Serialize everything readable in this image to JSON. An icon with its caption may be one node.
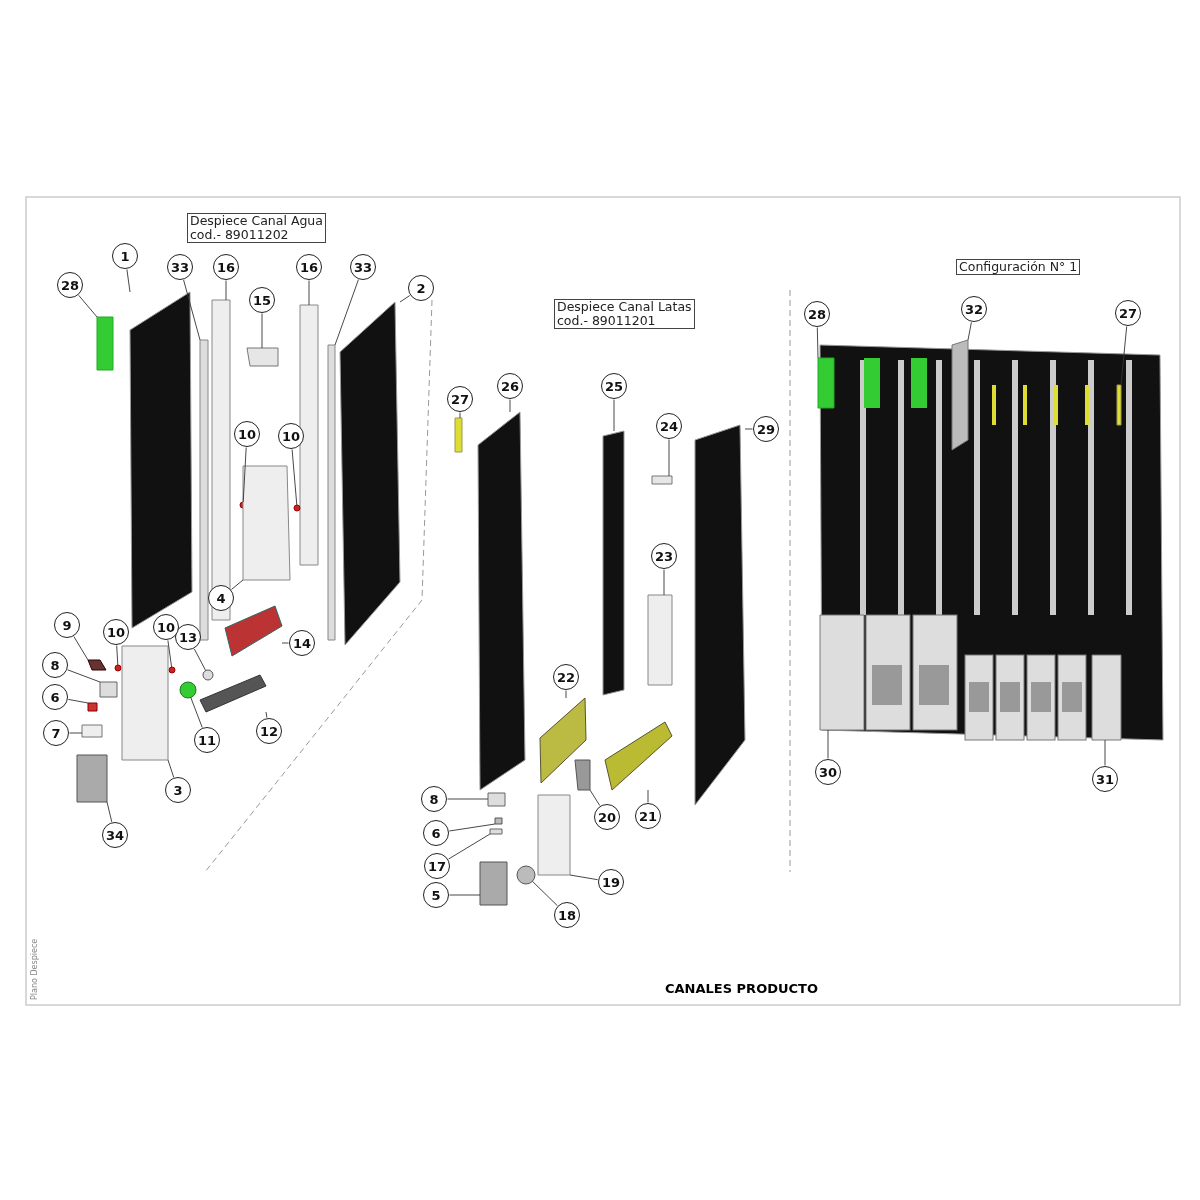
{
  "diagram": {
    "caption": "CANALES PRODUCTO",
    "nodes": [
      {
        "text": [
          "Despiece Canal Agua",
          "cod.- 89011202"
        ]
      },
      {
        "text": [
          "1"
        ]
      },
      {
        "text": [
          "33"
        ]
      },
      {
        "text": [
          "16"
        ]
      },
      {
        "text": [
          "15"
        ]
      },
      {
        "text": [
          "16"
        ]
      },
      {
        "text": [
          "33"
        ]
      },
      {
        "text": [
          "2"
        ]
      },
      {
        "text": [
          "28"
        ]
      },
      {
        "text": [
          "10"
        ]
      },
      {
        "text": [
          "10"
        ]
      },
      {
        "text": [
          "4"
        ]
      },
      {
        "text": [
          "14"
        ]
      },
      {
        "text": [
          "13"
        ]
      },
      {
        "text": [
          "9"
        ]
      },
      {
        "text": [
          "10"
        ]
      },
      {
        "text": [
          "10"
        ]
      },
      {
        "text": [
          "8"
        ]
      },
      {
        "text": [
          "6"
        ]
      },
      {
        "text": [
          "7"
        ]
      },
      {
        "text": [
          "11"
        ]
      },
      {
        "text": [
          "12"
        ]
      },
      {
        "text": [
          "3"
        ]
      },
      {
        "text": [
          "34"
        ]
      },
      {
        "text": [
          "Despiece Canal Latas",
          "cod.- 89011201"
        ]
      },
      {
        "text": [
          "27"
        ]
      },
      {
        "text": [
          "26"
        ]
      },
      {
        "text": [
          "25"
        ]
      },
      {
        "text": [
          "24"
        ]
      },
      {
        "text": [
          "29"
        ]
      },
      {
        "text": [
          "23"
        ]
      },
      {
        "text": [
          "22"
        ]
      },
      {
        "text": [
          "20"
        ]
      },
      {
        "text": [
          "21"
        ]
      },
      {
        "text": [
          "8"
        ]
      },
      {
        "text": [
          "6"
        ]
      },
      {
        "text": [
          "17"
        ]
      },
      {
        "text": [
          "5"
        ]
      },
      {
        "text": [
          "18"
        ]
      },
      {
        "text": [
          "19"
        ]
      },
      {
        "text": [
          "Configuración N° 1"
        ]
      },
      {
        "text": [
          "28"
        ]
      },
      {
        "text": [
          "32"
        ]
      },
      {
        "text": [
          "27"
        ]
      },
      {
        "text": [
          "30"
        ]
      },
      {
        "text": [
          "31"
        ]
      },
      {
        "text": [],
        "shape": "box"
      },
      {
        "text": [],
        "shape": "box"
      },
      {
        "text": [],
        "shape": "box"
      },
      {
        "text": [],
        "shape": "box"
      },
      {
        "text": [],
        "shape": "box"
      },
      {
        "text": [],
        "shape": "box"
      },
      {
        "text": [],
        "shape": "box"
      },
      {
        "text": [],
        "shape": "box"
      },
      {
        "text": [],
        "shape": "circle"
      },
      {
        "text": [],
        "shape": "circle"
      },
      {
        "text": [],
        "shape": "box"
      },
      {
        "text": [],
        "shape": "box"
      },
      {
        "text": [],
        "shape": "circle"
      },
      {
        "text": [],
        "shape": "box"
      },
      {
        "text": [],
        "shape": "circle"
      },
      {
        "text": [],
        "shape": "circle"
      },
      {
        "text": [],
        "shape": "box"
      },
      {
        "text": [],
        "shape": "box"
      },
      {
        "text": [],
        "shape": "box"
      },
      {
        "text": [],
        "shape": "circle"
      },
      {
        "text": [],
        "shape": "box"
      },
      {
        "text": [],
        "shape": "box"
      },
      {
        "text": [],
        "shape": "box"
      },
      {
        "text": [],
        "shape": "box"
      },
      {
        "text": [],
        "shape": "box"
      },
      {
        "text": [],
        "shape": "box"
      },
      {
        "text": [],
        "shape": "box"
      },
      {
        "text": [],
        "shape": "box"
      },
      {
        "text": [],
        "shape": "box"
      },
      {
        "text": [],
        "shape": "box"
      },
      {
        "text": [],
        "shape": "box"
      },
      {
        "text": [],
        "shape": "box"
      },
      {
        "text": [],
        "shape": "box"
      },
      {
        "text": [],
        "shape": "box"
      },
      {
        "text": [],
        "shape": "box"
      },
      {
        "text": [],
        "shape": "box"
      },
      {
        "text": [],
        "shape": "circle"
      },
      {
        "text": [],
        "shape": "box"
      },
      {
        "text": [],
        "shape": "box"
      },
      {
        "text": [],
        "shape": "box"
      },
      {
        "text": [],
        "shape": "box"
      },
      {
        "text": [],
        "shape": "box"
      },
      {
        "text": [],
        "shape": "box"
      }
    ],
    "edges": [
      {
        "from": 1,
        "to": 46,
        "arrow": "none"
      },
      {
        "from": 2,
        "to": 47,
        "arrow": "none"
      },
      {
        "from": 3,
        "to": 48,
        "arrow": "none"
      },
      {
        "from": 4,
        "to": 49,
        "arrow": "none"
      },
      {
        "from": 5,
        "to": 50,
        "arrow": "none"
      },
      {
        "from": 6,
        "to": 51,
        "arrow": "none"
      },
      {
        "from": 7,
        "to": 52,
        "arrow": "none"
      },
      {
        "from": 8,
        "to": 53,
        "arrow": "none"
      },
      {
        "from": 9,
        "to": 54,
        "arrow": "none"
      },
      {
        "from": 10,
        "to": 55,
        "arrow": "none"
      },
      {
        "from": 11,
        "to": 56,
        "arrow": "none"
      },
      {
        "from": 12,
        "to": 57,
        "arrow": "none"
      },
      {
        "from": 13,
        "to": 58,
        "arrow": "none"
      },
      {
        "from": 14,
        "to": 59,
        "arrow": "none"
      },
      {
        "from": 15,
        "to": 60,
        "arrow": "none"
      },
      {
        "from": 16,
        "to": 61,
        "arrow": "none"
      },
      {
        "from": 17,
        "to": 62,
        "arrow": "none"
      },
      {
        "from": 18,
        "to": 63,
        "arrow": "none"
      },
      {
        "from": 19,
        "to": 64,
        "arrow": "none"
      },
      {
        "from": 20,
        "to": 65,
        "arrow": "none"
      },
      {
        "from": 21,
        "to": 66,
        "arrow": "none"
      },
      {
        "from": 22,
        "to": 67,
        "arrow": "none"
      },
      {
        "from": 23,
        "to": 68,
        "arrow": "none"
      },
      {
        "from": 25,
        "to": 69,
        "arrow": "none"
      },
      {
        "from": 26,
        "to": 70,
        "arrow": "none"
      },
      {
        "from": 27,
        "to": 71,
        "arrow": "none"
      },
      {
        "from": 28,
        "to": 72,
        "arrow": "none"
      },
      {
        "from": 29,
        "to": 73,
        "arrow": "none"
      },
      {
        "from": 30,
        "to": 74,
        "arrow": "none"
      },
      {
        "from": 31,
        "to": 75,
        "arrow": "none"
      },
      {
        "from": 32,
        "to": 76,
        "arrow": "none"
      },
      {
        "from": 33,
        "to": 77,
        "arrow": "none"
      },
      {
        "from": 34,
        "to": 78,
        "arrow": "none"
      },
      {
        "from": 35,
        "to": 79,
        "arrow": "none"
      },
      {
        "from": 36,
        "to": 80,
        "arrow": "none"
      },
      {
        "from": 37,
        "to": 81,
        "arrow": "none"
      },
      {
        "from": 38,
        "to": 82,
        "arrow": "none"
      },
      {
        "from": 39,
        "to": 83,
        "arrow": "none"
      },
      {
        "from": 41,
        "to": 84,
        "arrow": "none"
      },
      {
        "from": 42,
        "to": 85,
        "arrow": "none"
      },
      {
        "from": 43,
        "to": 86,
        "arrow": "none"
      },
      {
        "from": 44,
        "to": 87,
        "arrow": "none"
      },
      {
        "from": 45,
        "to": 88,
        "arrow": "none"
      }
    ],
    "labels": [
      "Plano Despiece"
    ]
  }
}
